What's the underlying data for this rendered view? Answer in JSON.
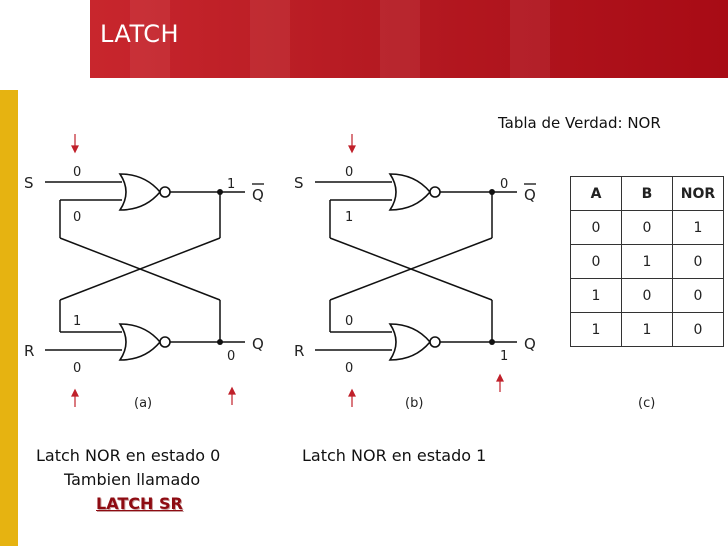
{
  "slide": {
    "title": "LATCH"
  },
  "truth_table": {
    "caption": "Tabla de Verdad: NOR",
    "headers": [
      "A",
      "B",
      "NOR"
    ],
    "rows": [
      [
        "0",
        "0",
        "1"
      ],
      [
        "0",
        "1",
        "0"
      ],
      [
        "1",
        "0",
        "0"
      ],
      [
        "1",
        "1",
        "0"
      ]
    ]
  },
  "figures": {
    "a": {
      "label": "(a)",
      "s": "S",
      "r": "R",
      "qbar": "Q",
      "q": "Q",
      "s_in": "0",
      "top_fb": "0",
      "bottom_fb": "1",
      "r_in": "0",
      "qbar_out": "1",
      "q_out": "0"
    },
    "b": {
      "label": "(b)",
      "s": "S",
      "r": "R",
      "qbar": "Q",
      "q": "Q",
      "s_in": "0",
      "top_fb": "1",
      "bottom_fb": "0",
      "r_in": "0",
      "qbar_out": "0",
      "q_out": "1"
    },
    "c": {
      "label": "(c)"
    }
  },
  "captions": {
    "a_line1": "Latch NOR en estado 0",
    "a_line2": "Tambien llamado",
    "a_line3": "LATCH SR",
    "b_line1": "Latch NOR en estado 1"
  },
  "colors": {
    "title_band": "#b51a22",
    "accent_bar": "#e6b311",
    "arrow": "#c0202a"
  }
}
